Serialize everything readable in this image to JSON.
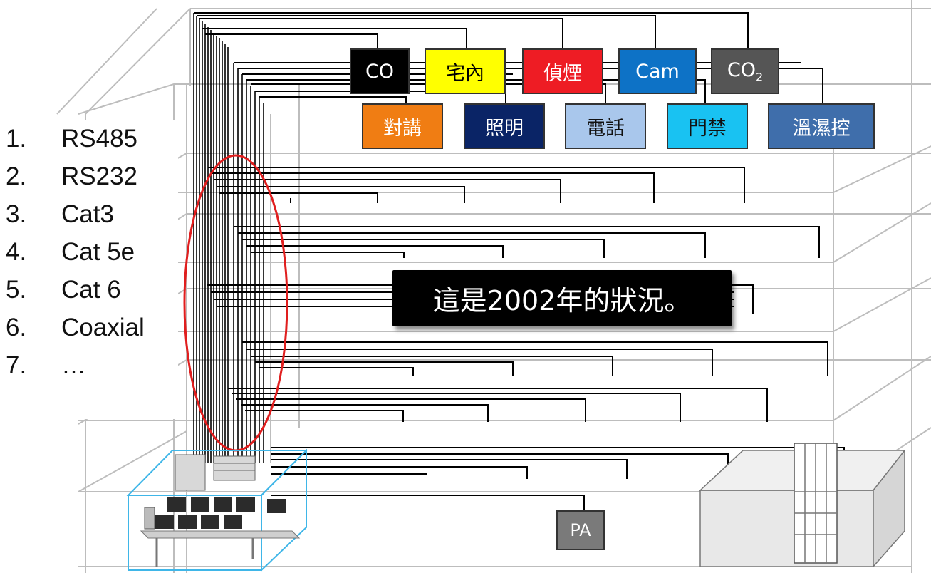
{
  "systems_top_row": [
    {
      "id": "co",
      "label": "CO",
      "bg": "#000000",
      "fg": "#ffffff"
    },
    {
      "id": "in-home",
      "label": "宅內",
      "bg": "#ffff00",
      "fg": "#000000"
    },
    {
      "id": "smoke",
      "label": "偵煙",
      "bg": "#ee1c24",
      "fg": "#ffffff"
    },
    {
      "id": "cam",
      "label": "Cam",
      "bg": "#0d72c6",
      "fg": "#ffffff"
    },
    {
      "id": "co2",
      "label": "CO",
      "subscript": "2",
      "bg": "#555555",
      "fg": "#ffffff"
    }
  ],
  "systems_bottom_row": [
    {
      "id": "intercom",
      "label": "對講",
      "bg": "#f07d13",
      "fg": "#ffffff"
    },
    {
      "id": "lighting",
      "label": "照明",
      "bg": "#0a2466",
      "fg": "#ffffff"
    },
    {
      "id": "phone",
      "label": "電話",
      "bg": "#a9c7ec",
      "fg": "#111111"
    },
    {
      "id": "access",
      "label": "門禁",
      "bg": "#19c2f2",
      "fg": "#111111"
    },
    {
      "id": "hvac",
      "label": "溫濕控",
      "bg": "#3f6eab",
      "fg": "#ffffff"
    }
  ],
  "cable_types": [
    {
      "num": "1.",
      "name": "RS485"
    },
    {
      "num": "2.",
      "name": "RS232"
    },
    {
      "num": "3.",
      "name": "Cat3"
    },
    {
      "num": "4.",
      "name": "Cat 5e"
    },
    {
      "num": "5.",
      "name": "Cat 6"
    },
    {
      "num": "6.",
      "name": "Coaxial"
    },
    {
      "num": "7.",
      "name": "…"
    }
  ],
  "callout_text": "這是2002年的狀況。",
  "pa_label": "PA",
  "colors": {
    "building_frame": "#b8b8b8",
    "cable": "#000000",
    "highlight_ellipse": "#e01e1e",
    "server_room": "#3fb6e8",
    "cabinet": "#888888"
  },
  "icons": [
    "server-rack-icon",
    "computer-workstation-icon",
    "electrical-cabinet-icon"
  ]
}
